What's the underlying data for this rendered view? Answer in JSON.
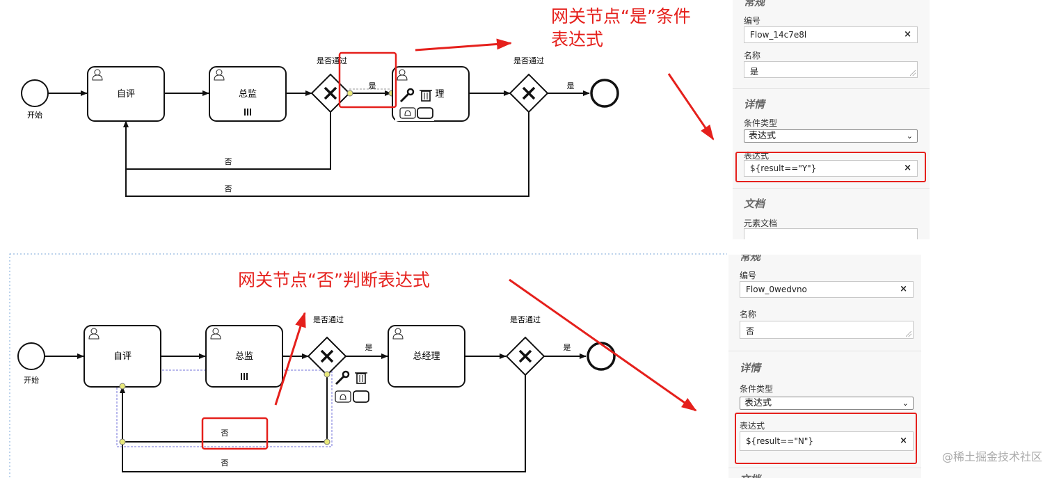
{
  "top": {
    "annotation": {
      "line1": "网关节点“是”条件",
      "line2": "表达式"
    },
    "diagram": {
      "start_label": "开始",
      "task_self": "自评",
      "task_director": "总监",
      "task_manager_partial": "理",
      "gateway1_label": "是否通过",
      "gateway2_label": "是否通过",
      "flow_yes_1": "是",
      "flow_yes_2": "是",
      "flow_no_1": "否",
      "flow_no_2": "否"
    },
    "panel": {
      "section_general_partial": "常规",
      "id_label": "编号",
      "id_value": "Flow_14c7e8l",
      "name_label": "名称",
      "name_value": "是",
      "section_details": "详情",
      "condition_type_label": "条件类型",
      "condition_type_value": "表达式",
      "expression_label": "表达式",
      "expression_value": "${result==\"Y\"}",
      "section_docs": "文档",
      "element_doc_label": "元素文档",
      "clear_glyph": "×"
    }
  },
  "bottom": {
    "annotation": "网关节点“否”判断表达式",
    "diagram": {
      "start_label": "开始",
      "task_self": "自评",
      "task_director": "总监",
      "task_manager": "总经理",
      "gateway1_label": "是否通过",
      "gateway2_label": "是否通过",
      "flow_yes_1": "是",
      "flow_yes_2": "是",
      "flow_no_1": "否",
      "flow_no_2": "否"
    },
    "panel": {
      "section_general_partial": "常规",
      "id_label": "编号",
      "id_value": "Flow_0wedvno",
      "name_label": "名称",
      "name_value": "否",
      "section_details": "详情",
      "condition_type_label": "条件类型",
      "condition_type_value": "表达式",
      "expression_label": "表达式",
      "expression_value": "${result==\"N\"}",
      "section_docs_partial": "文档",
      "clear_glyph": "×"
    }
  },
  "watermark": "@稀土掘金技术社区",
  "colors": {
    "highlight": "#e5201c",
    "selection": "#7070d8",
    "handle": "#e8e87a"
  },
  "icons": [
    "user-icon",
    "gateway-x-icon",
    "wrench-icon",
    "trash-icon",
    "multi-instance-icon",
    "append-task-icon",
    "append-end-icon"
  ]
}
